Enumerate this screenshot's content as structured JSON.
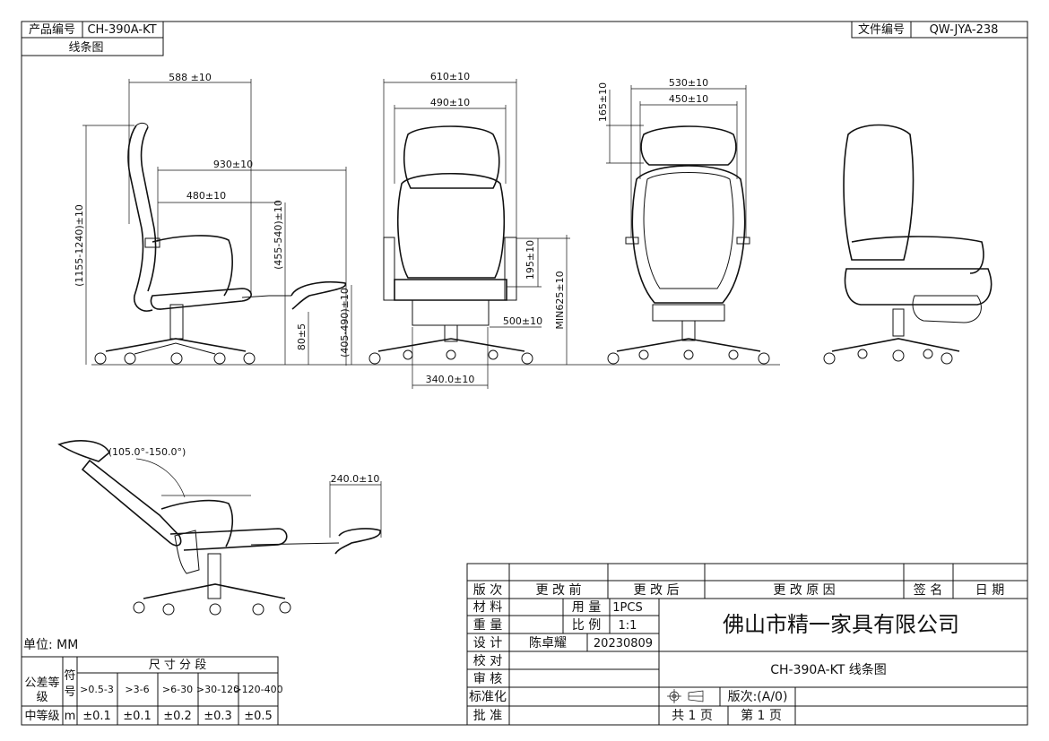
{
  "header": {
    "product_no_label": "产品编号",
    "product_no": "CH-390A-KT",
    "drawing_type": "线条图",
    "file_no_label": "文件编号",
    "file_no": "QW-JYA-238"
  },
  "dimensions": {
    "side_depth": "588 ±10",
    "side_total_depth": "930±10",
    "side_seat_depth": "480±10",
    "side_total_height": "(1155-1240)±10",
    "side_arm_height": "(455-540)±10",
    "side_seat_height": "(405-490)±10",
    "side_footrest_height": "80±5",
    "front_total_width": "610±10",
    "front_back_width": "490±10",
    "front_lumbar": "195±10",
    "front_seat_width": "500±10",
    "front_min_height": "MIN625±10",
    "front_base": "340.0±10",
    "back_headrest_height": "165±10",
    "back_width_outer": "530±10",
    "back_width_inner": "450±10",
    "recline_angle": "(105.0°-150.0°)",
    "footrest_depth": "240.0±10"
  },
  "unit_label": "单位: MM",
  "tolerance": {
    "title": "尺 寸 分 段",
    "grade_label": "公差等级",
    "symbol_label": "符号",
    "ranges": [
      ">0.5-3",
      ">3-6",
      ">6-30",
      ">30-120",
      ">120-400"
    ],
    "row_label": "中等级",
    "row_symbol": "m",
    "values": [
      "±0.1",
      "±0.1",
      "±0.2",
      "±0.3",
      "±0.5"
    ]
  },
  "title_block": {
    "rev_headers": [
      "版 次",
      "更 改 前",
      "更 改 后",
      "更 改 原 因",
      "签 名",
      "日 期"
    ],
    "material_label": "材 料",
    "usage_label": "用 量",
    "usage_value": "1PCS",
    "weight_label": "重 量",
    "scale_label": "比 例",
    "scale_value": "1:1",
    "design_label": "设 计",
    "designer": "陈卓耀",
    "design_date": "20230809",
    "check_label": "校 对",
    "review_label": "审 核",
    "standard_label": "标准化",
    "approve_label": "批 准",
    "company": "佛山市精一家具有限公司",
    "drawing_title": "CH-390A-KT 线条图",
    "version": "版次:(A/0)",
    "total_pages": "共 1 页",
    "page_no": "第 1 页"
  }
}
